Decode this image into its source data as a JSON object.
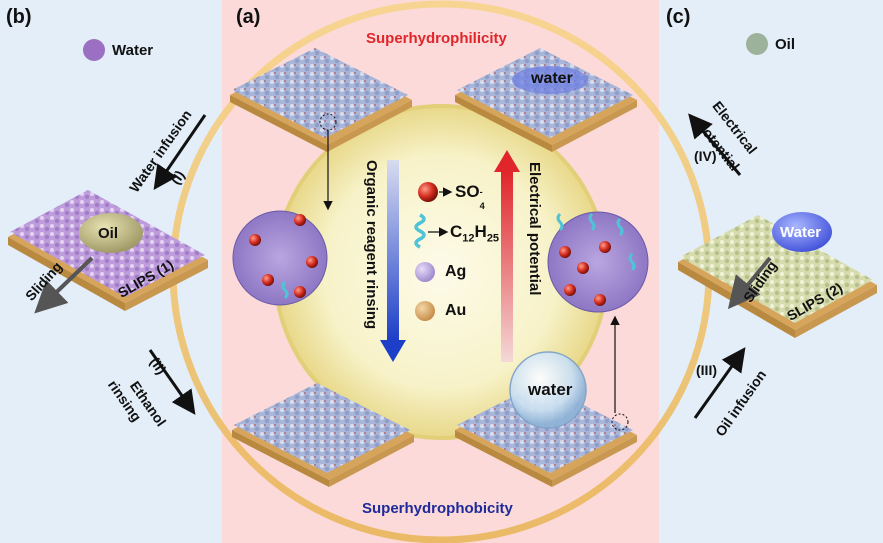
{
  "panels": {
    "a": "(a)",
    "b": "(b)",
    "c": "(c)"
  },
  "titles": {
    "top": "Superhydrophilicity",
    "bottom": "Superhydrophobicity"
  },
  "legend_b": {
    "label": "Water",
    "color": "#9b6fc2"
  },
  "legend_c": {
    "label": "Oil",
    "color": "#9db29a"
  },
  "center_legend": {
    "sulfate": "SO",
    "sulfate_sub": "4",
    "sulfate_sup": "-",
    "chain_c": "C",
    "chain_c_sub": "12",
    "chain_h": "H",
    "chain_h_sub": "25",
    "ag": "Ag",
    "au": "Au",
    "colors": {
      "sulfate": "#d42c1e",
      "chain": "#4fc4d8",
      "ag": "#b7a3de",
      "au": "#d9a867"
    }
  },
  "arrows": {
    "organic_rinsing": "Organic reagent rinsing",
    "electrical_potential": "Electrical potential"
  },
  "left": {
    "step1_num": "(I)",
    "step1": "Water infusion",
    "step2_num": "(II)",
    "step2_a": "Ethanol",
    "step2_b": "rinsing",
    "droplet": "Oil",
    "sliding": "Sliding",
    "slips": "SLIPS (1)"
  },
  "right": {
    "step4_num": "(IV)",
    "step4_a": "Electrical",
    "step4_b": "potential",
    "step3_num": "(III)",
    "step3": "Oil infusion",
    "droplet": "Water",
    "sliding": "Sliding",
    "slips": "SLIPS (2)"
  },
  "surfaces": {
    "top_right_drop": "water",
    "bottom_right_drop": "water"
  }
}
